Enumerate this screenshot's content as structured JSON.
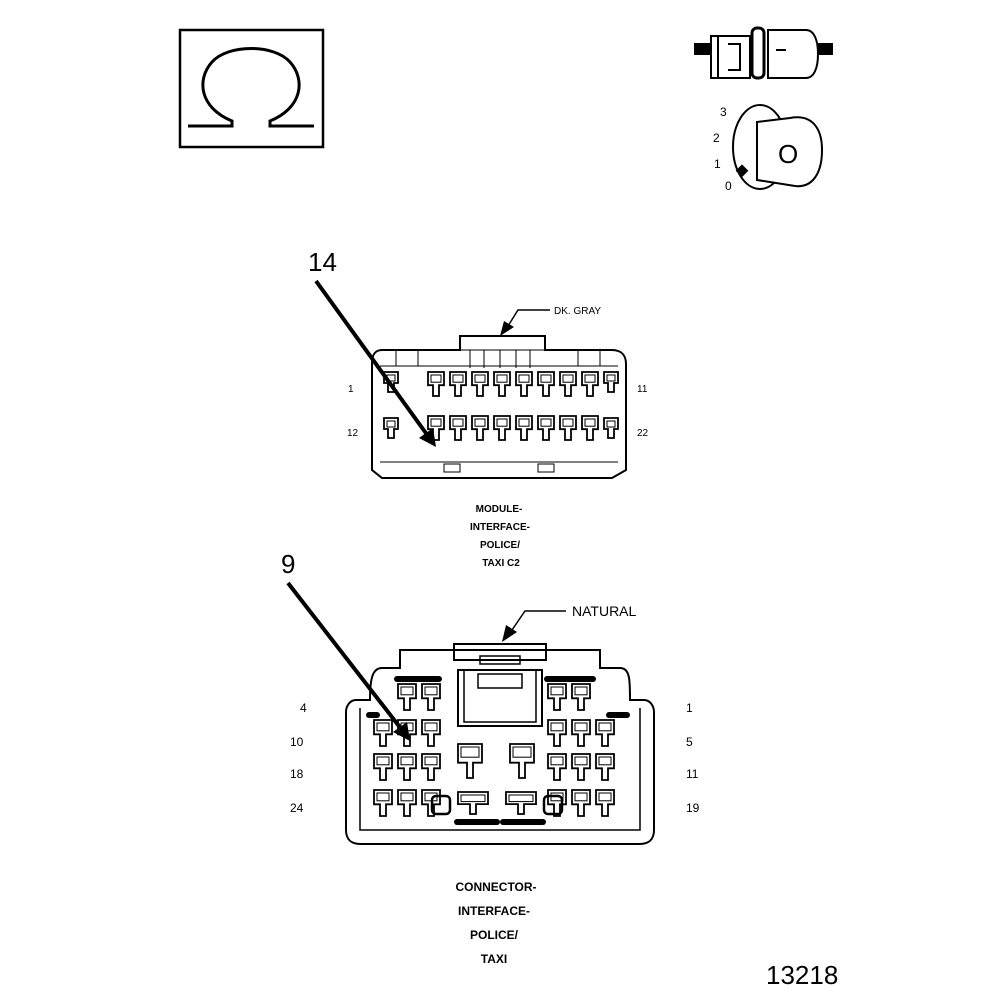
{
  "ohm_symbol": {
    "glyph": "Ω",
    "icon": "ohm-icon"
  },
  "ignition": {
    "icon": "ignition-key-icon",
    "positions": [
      "3",
      "2",
      "1",
      "0"
    ],
    "key_label": "O"
  },
  "connector_c2": {
    "callout": "14",
    "color_label": "DK. GRAY",
    "pin_left_top": "1",
    "pin_right_top": "11",
    "pin_left_bottom": "12",
    "pin_right_bottom": "22",
    "caption": [
      "MODULE-",
      "INTERFACE-",
      "POLICE/",
      "TAXI C2"
    ]
  },
  "connector_interface": {
    "callout": "9",
    "color_label": "NATURAL",
    "left_pins": [
      "4",
      "10",
      "18",
      "24"
    ],
    "right_pins": [
      "1",
      "5",
      "11",
      "19"
    ],
    "caption": [
      "CONNECTOR-",
      "INTERFACE-",
      "POLICE/",
      "TAXI"
    ]
  },
  "figure_number": "13218"
}
